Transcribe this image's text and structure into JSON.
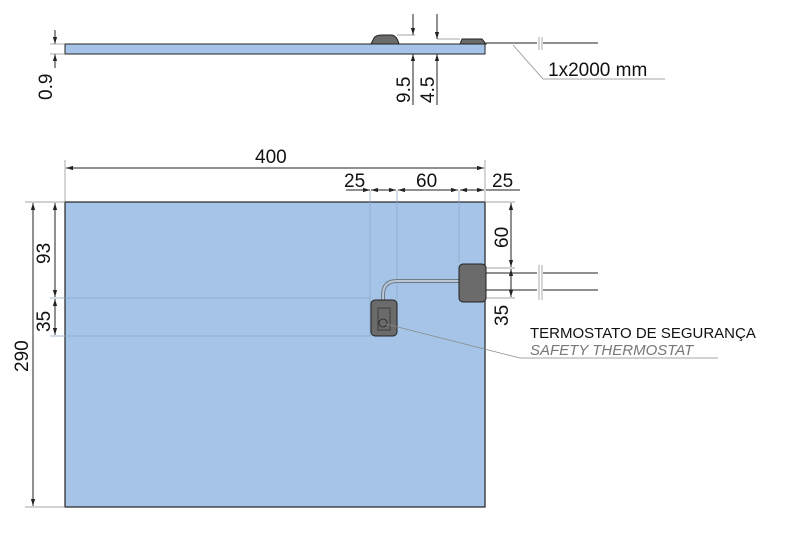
{
  "side_view": {
    "thickness": "0.9",
    "thermostat_height": "9.5",
    "connector_height": "4.5",
    "cable": "1x2000 mm"
  },
  "top_view": {
    "width": "400",
    "offset_left": "25",
    "offset_mid": "60",
    "offset_right": "25",
    "height": "290",
    "v_offset_1": "93",
    "v_offset_2": "35",
    "right_offset_1": "60",
    "right_offset_2": "35"
  },
  "labels": {
    "thermostat_pt": "TERMOSTATO DE SEGURANÇA",
    "thermostat_en": "SAFETY THERMOSTAT"
  },
  "colors": {
    "plate": "#a6c4e8",
    "component": "#6b6b6b"
  }
}
